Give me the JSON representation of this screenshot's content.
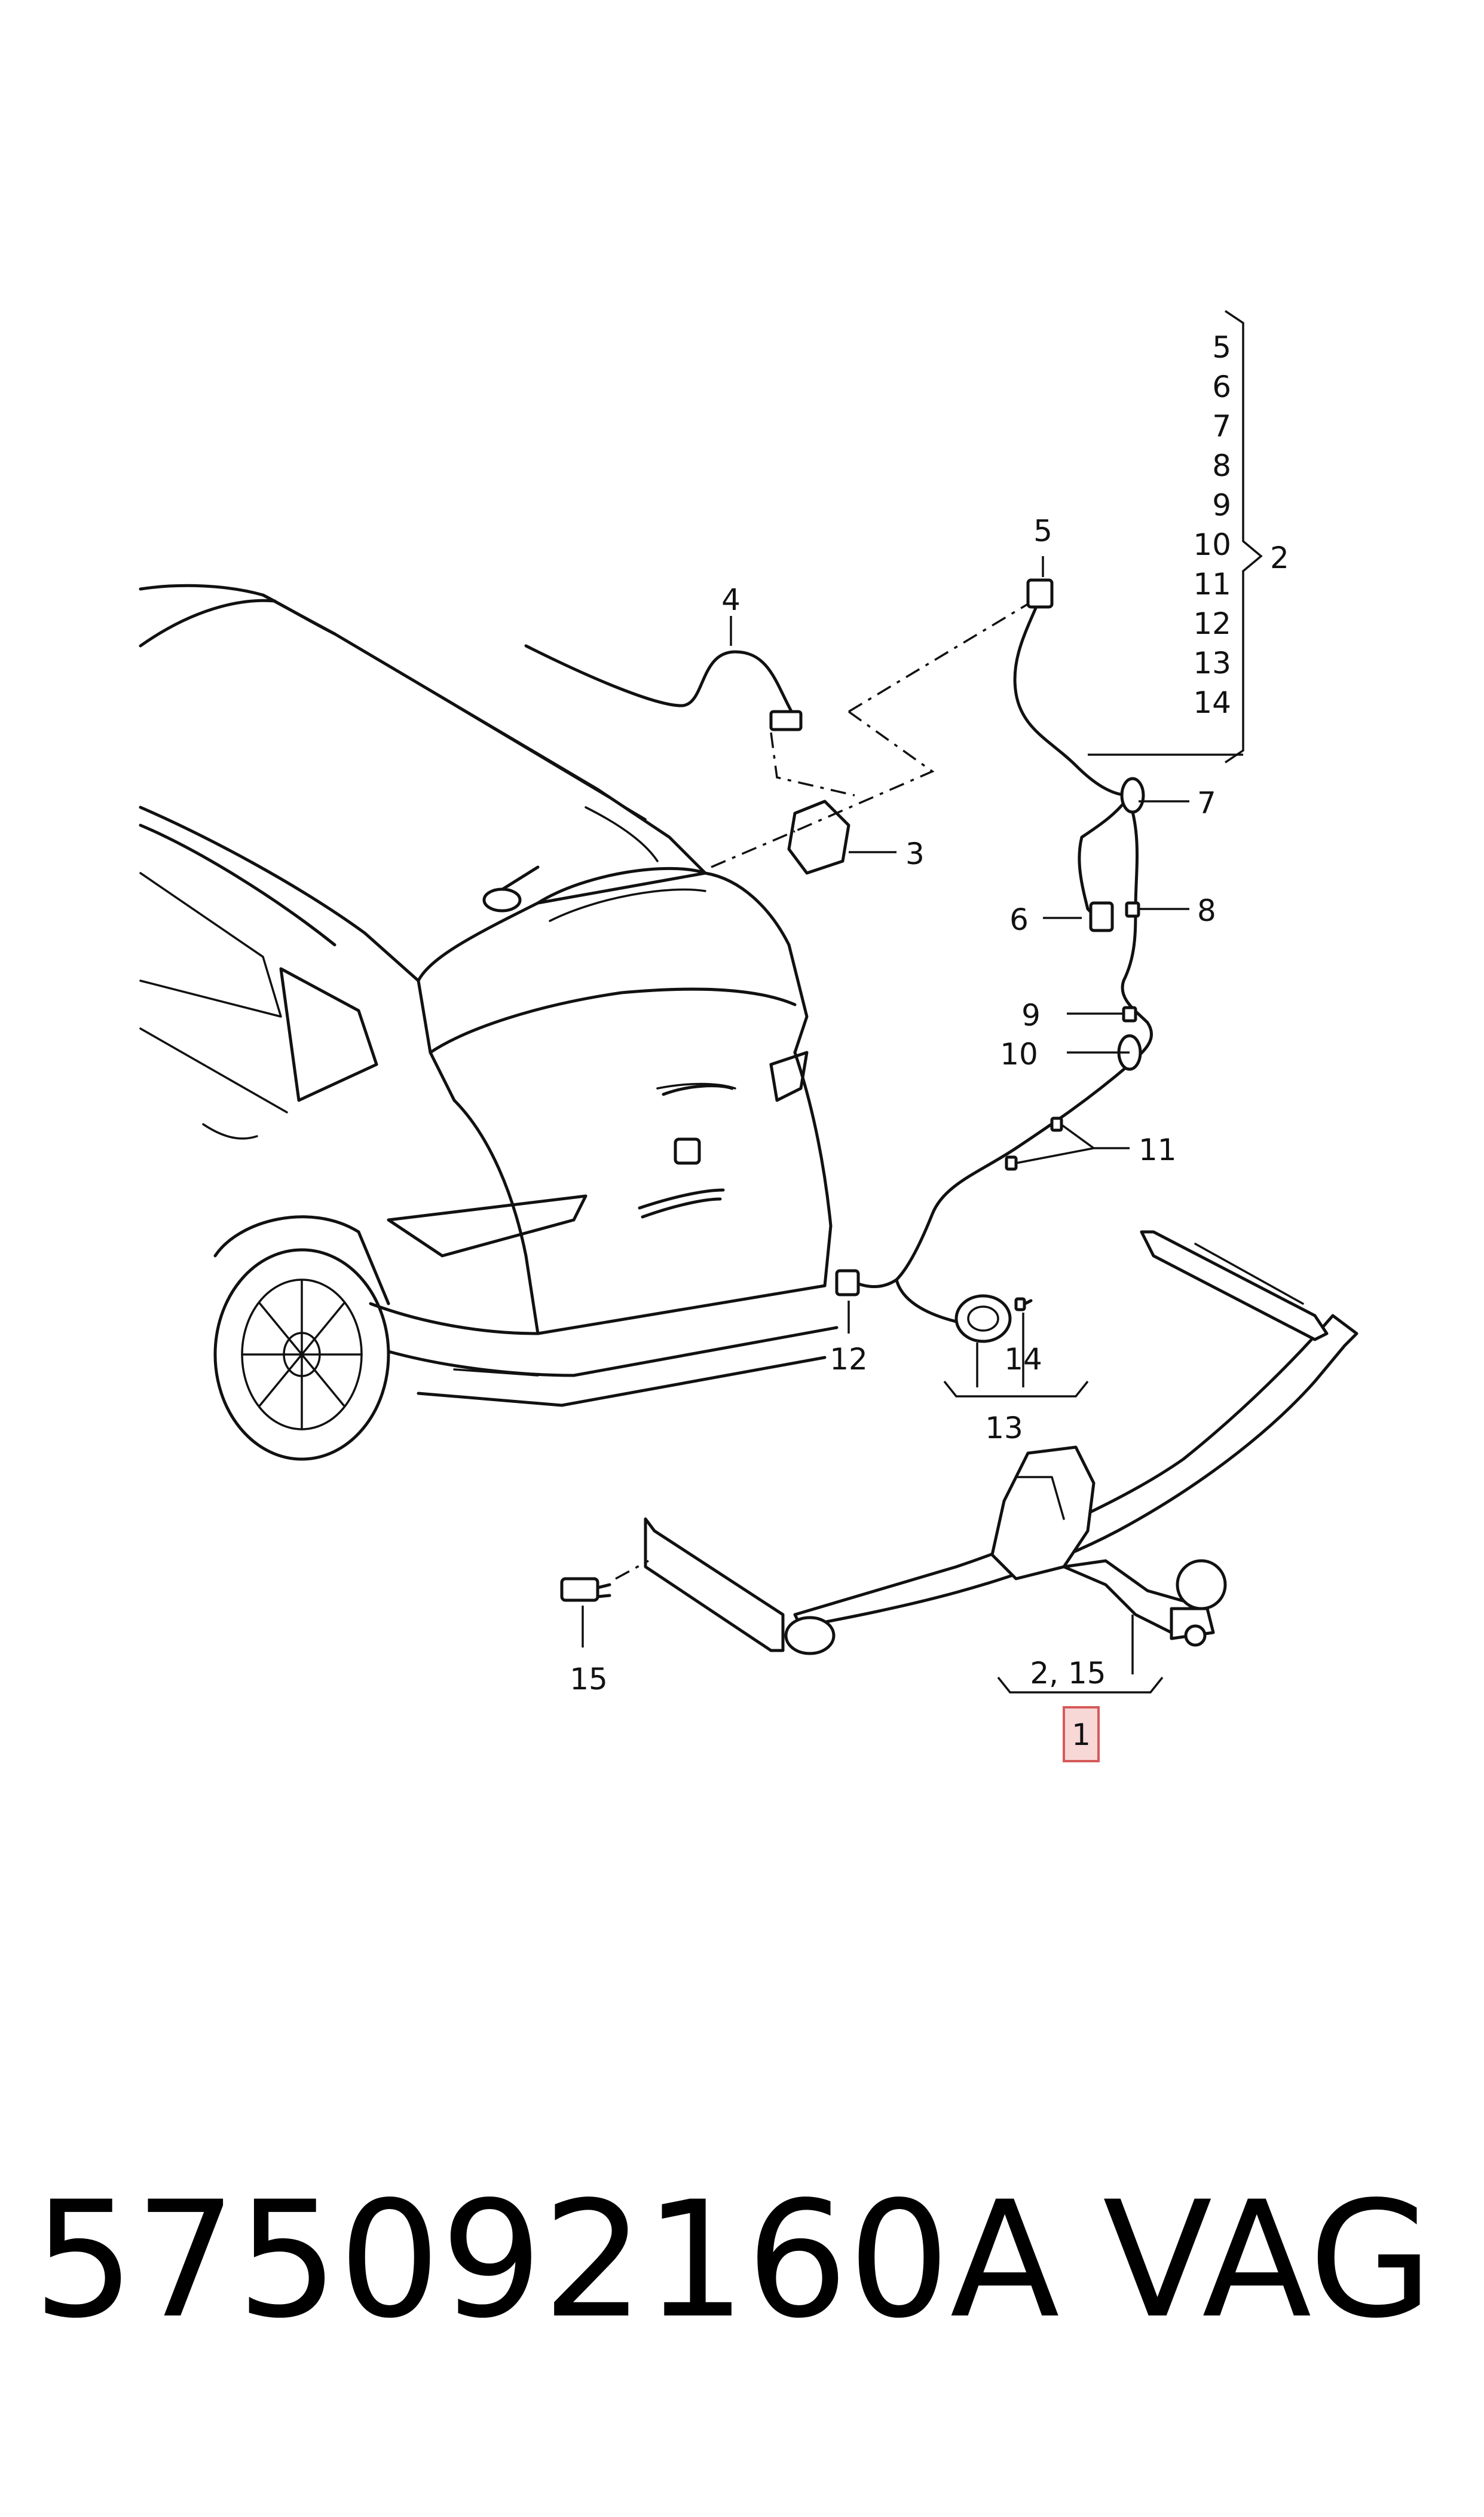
{
  "callouts": {
    "c1": "1",
    "c2": "2",
    "c3": "3",
    "c4": "4",
    "c5": "5",
    "c6": "6",
    "c7": "7",
    "c8": "8",
    "c9": "9",
    "c10": "10",
    "c11": "11",
    "c12": "12",
    "c13": "13",
    "c14": "14",
    "c15": "15",
    "group_1": "2, 15",
    "group_2": [
      "5",
      "6",
      "7",
      "8",
      "9",
      "10",
      "11",
      "12",
      "13",
      "14"
    ]
  },
  "highlight_color": "#f8d7d7",
  "footer": {
    "part_number": "575092160A",
    "brand": "VAG"
  }
}
